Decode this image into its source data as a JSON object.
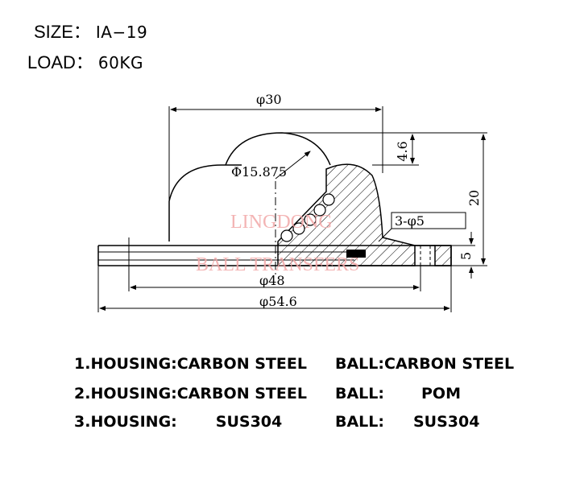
{
  "spec": {
    "size_label": "SIZE：",
    "size_value": "IA−19",
    "load_label": "LOAD：",
    "load_value": "60KG"
  },
  "drawing": {
    "dim_top_diameter": "φ30",
    "dim_ball_diameter": "Φ15.875",
    "dim_ball_protrusion": "4.6",
    "dim_height": "20",
    "dim_holes": "3-φ5",
    "dim_flange": "5",
    "dim_mid_diameter": "φ48",
    "dim_outer_diameter": "φ54.6",
    "watermark_line1": "LINGDONG",
    "watermark_line2": "BALL TRANSFERS"
  },
  "materials": [
    {
      "housing_label": "1.HOUSING:",
      "housing_value": "CARBON STEEL",
      "ball_label": "BALL:",
      "ball_value": "CARBON STEEL"
    },
    {
      "housing_label": "2.HOUSING:",
      "housing_value": "CARBON STEEL",
      "ball_label": "BALL:",
      "ball_value": "POM"
    },
    {
      "housing_label": "3.HOUSING:",
      "housing_value": "SUS304",
      "ball_label": "BALL:",
      "ball_value": "SUS304"
    }
  ]
}
